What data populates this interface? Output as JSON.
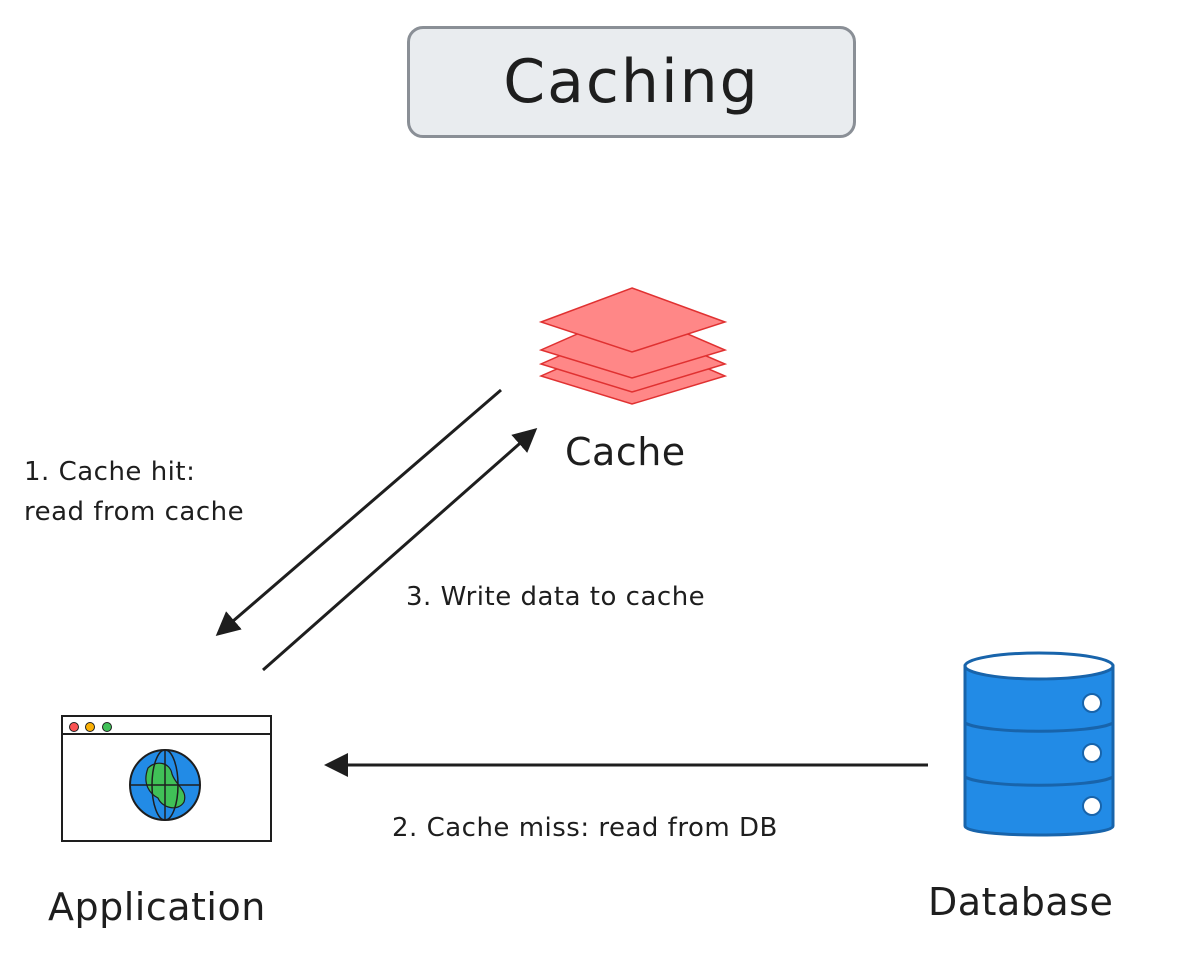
{
  "title": "Caching",
  "nodes": {
    "cache": {
      "label": "Cache",
      "color": "#ff8787",
      "stroke": "#e03131"
    },
    "application": {
      "label": "Application"
    },
    "database": {
      "label": "Database",
      "color": "#228be6",
      "stroke": "#1864ab"
    }
  },
  "edges": {
    "cache_hit": {
      "line1": "1. Cache hit:",
      "line2": "read from cache"
    },
    "write_cache": {
      "label": "3. Write data to cache"
    },
    "cache_miss": {
      "label": "2. Cache miss: read from DB"
    }
  },
  "icons": {
    "cache": "stacked-layers-icon",
    "application": "browser-globe-icon",
    "database": "database-cylinder-icon"
  },
  "colors": {
    "stroke": "#1e1e1e",
    "title_bg": "#e9ecef",
    "title_border": "#8a8f96"
  }
}
